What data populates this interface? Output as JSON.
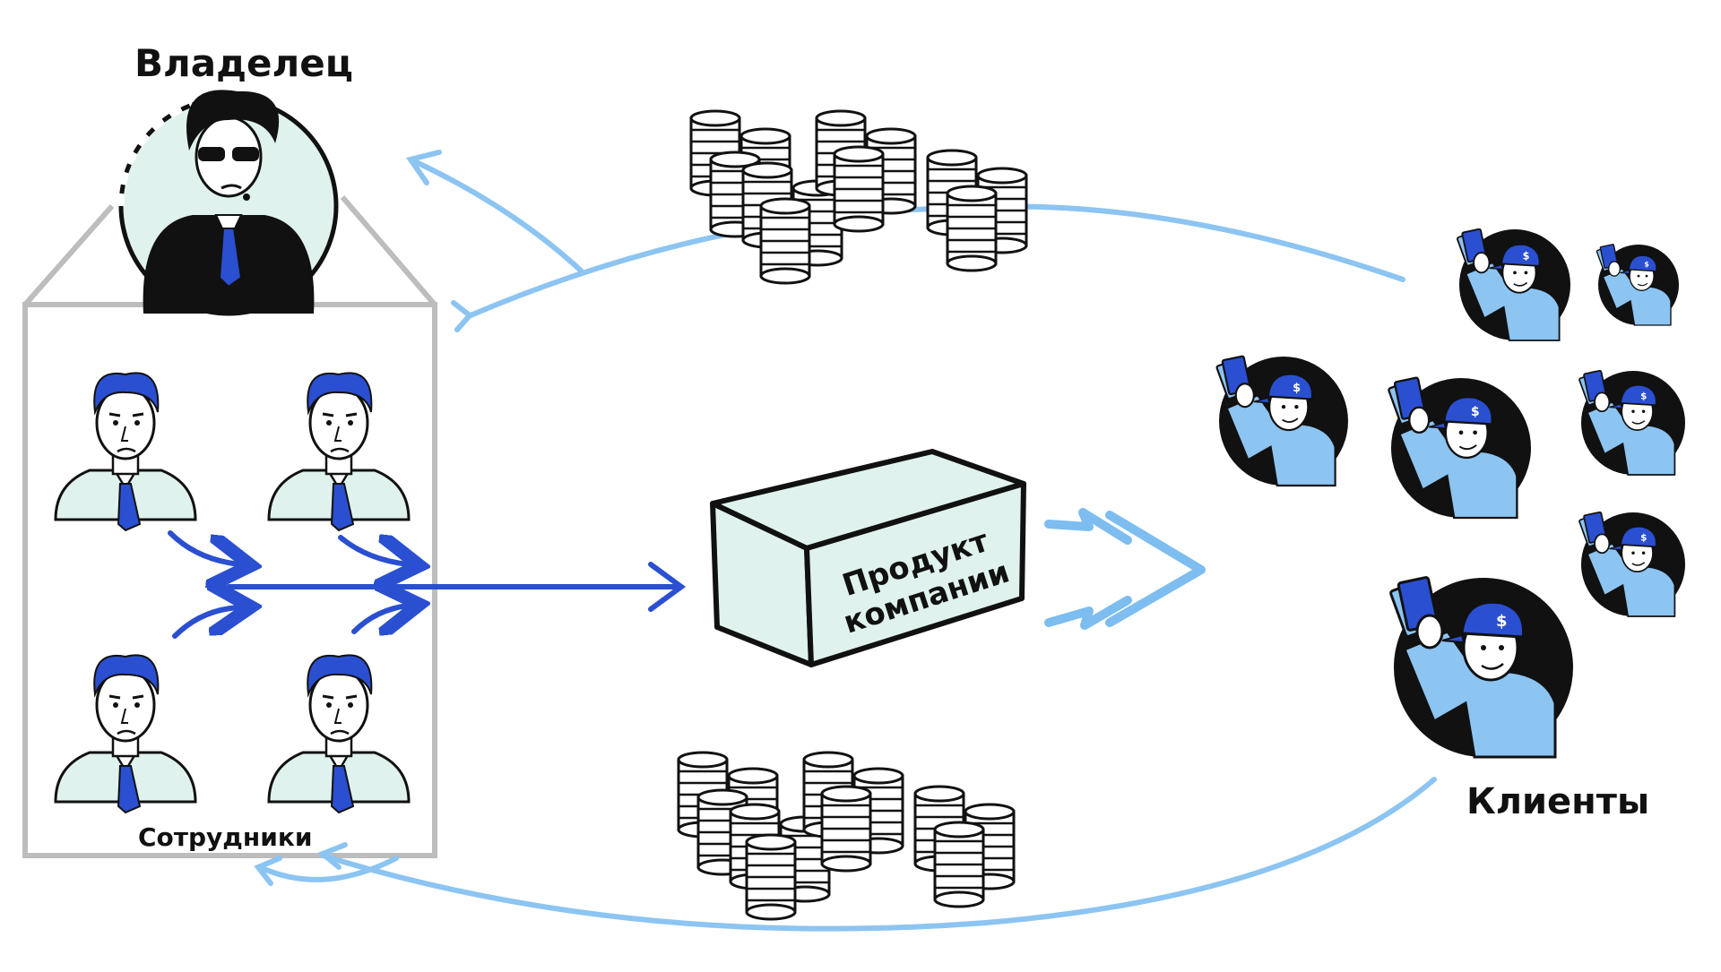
{
  "labels": {
    "owner": "Владелец",
    "employees": "Сотрудники",
    "product_line1": "Продукт",
    "product_line2": "компании",
    "clients": "Клиенты"
  },
  "colors": {
    "light_blue": "#7dbdf0",
    "dark_blue": "#2a4fd0",
    "mint": "#dff2ee",
    "client_shirt": "#8cc4f2",
    "ink": "#111111",
    "box_frame": "#bdbdbd"
  },
  "icons": [
    "coin-stack-icon",
    "person-icon",
    "money-icon",
    "box-icon",
    "arrow-icon"
  ]
}
